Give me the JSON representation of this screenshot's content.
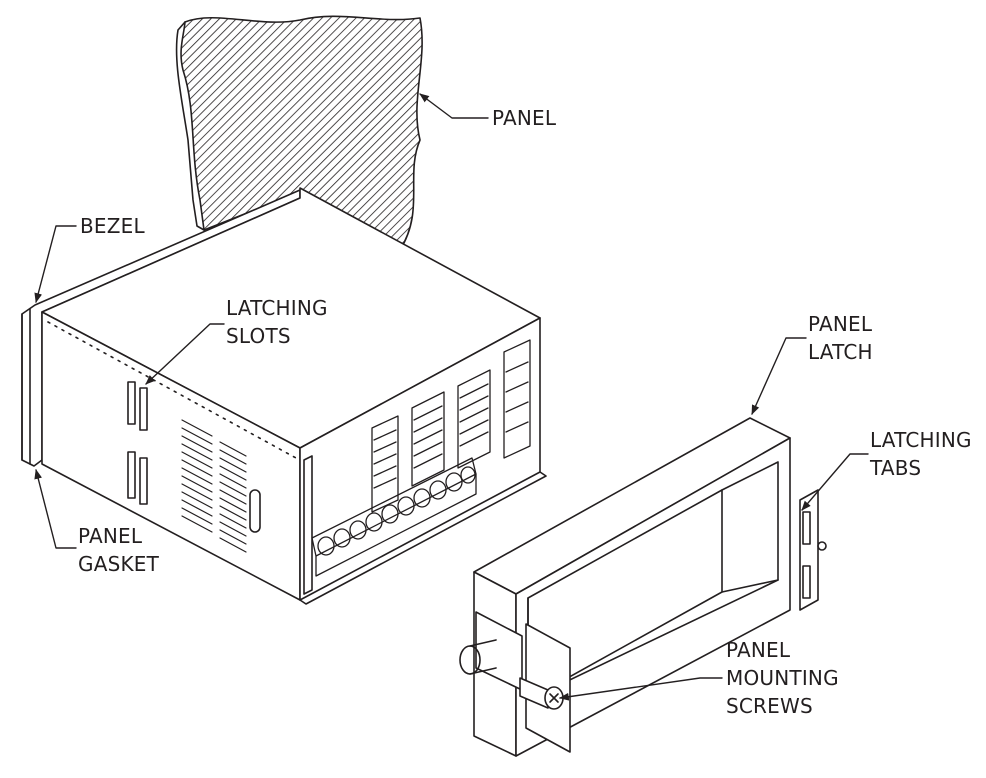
{
  "callouts": {
    "panel": {
      "lines": [
        "PANEL"
      ]
    },
    "bezel": {
      "lines": [
        "BEZEL"
      ]
    },
    "latching_slots": {
      "lines": [
        "LATCHING",
        "SLOTS"
      ]
    },
    "panel_gasket": {
      "lines": [
        "PANEL",
        "GASKET"
      ]
    },
    "panel_latch": {
      "lines": [
        "PANEL",
        "LATCH"
      ]
    },
    "latching_tabs": {
      "lines": [
        "LATCHING",
        "TABS"
      ]
    },
    "panel_mounting_screws": {
      "lines": [
        "PANEL",
        "MOUNTING",
        "SCREWS"
      ]
    }
  },
  "colors": {
    "ink": "#231f20",
    "paper": "#ffffff"
  }
}
